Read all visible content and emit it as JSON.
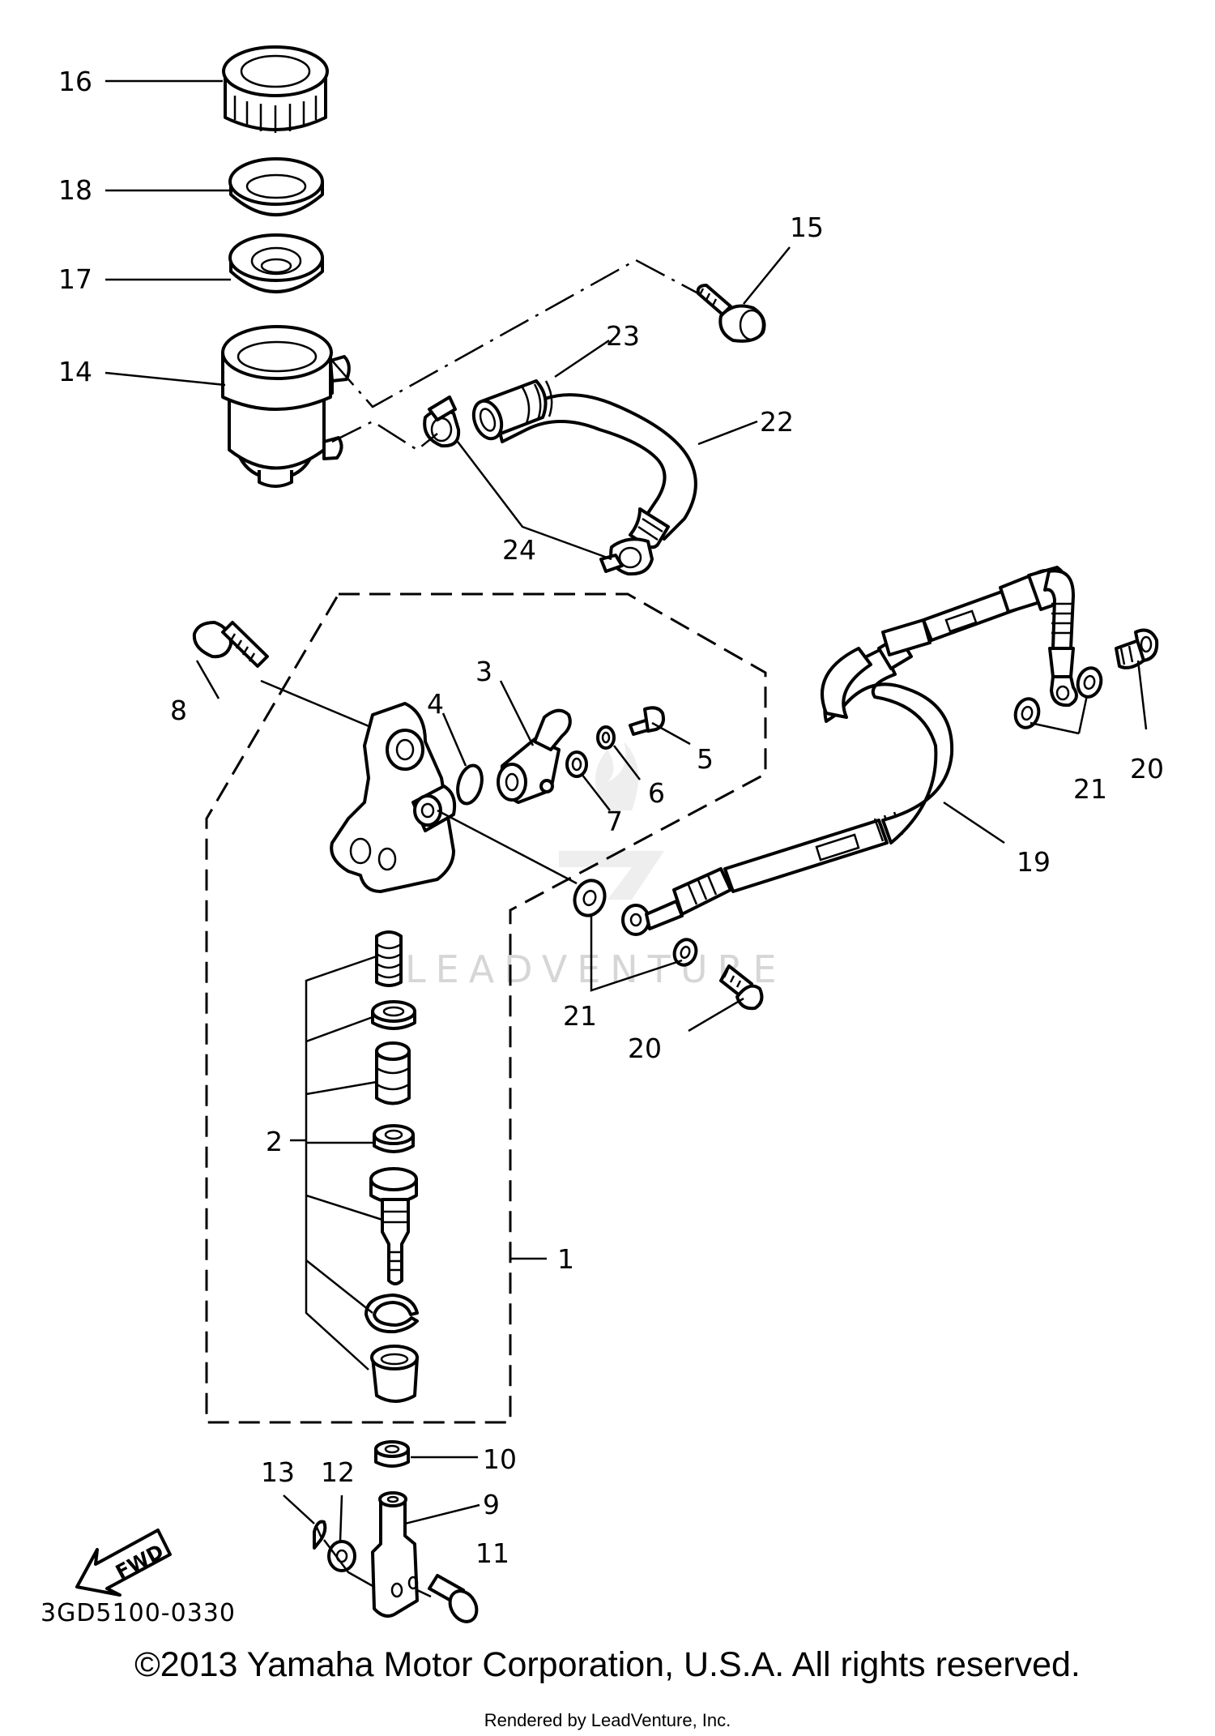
{
  "diagram": {
    "diagram_code": "3GD5100-0330",
    "fwd_label": "FWD",
    "watermark": "LEADVENTURE",
    "copyright": "©2013 Yamaha Motor Corporation, U.S.A. All rights reserved.",
    "rendered_by": "Rendered by LeadVenture, Inc."
  },
  "callouts": {
    "c1": "1",
    "c2": "2",
    "c3": "3",
    "c4": "4",
    "c5": "5",
    "c6": "6",
    "c7": "7",
    "c8": "8",
    "c9": "9",
    "c10": "10",
    "c11": "11",
    "c12": "12",
    "c13": "13",
    "c14": "14",
    "c15": "15",
    "c16": "16",
    "c17": "17",
    "c18": "18",
    "c19": "19",
    "c20a": "20",
    "c20b": "20",
    "c21a": "21",
    "c21b": "21",
    "c22": "22",
    "c23": "23",
    "c24": "24"
  }
}
